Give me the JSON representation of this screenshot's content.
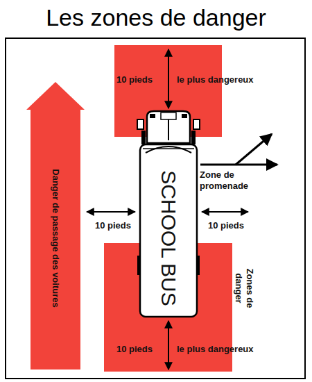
{
  "diagram": {
    "title": "Les zones de danger",
    "nodes": [
      {
        "text": [
          "10 pieds",
          "le plus dangereux"
        ]
      },
      {
        "text": [
          "Danger de passage des voitures"
        ]
      },
      {
        "text": [
          "SCHOOL BUS"
        ]
      },
      {
        "text": [
          "10 pieds",
          "le plus dangereux"
        ]
      }
    ],
    "labels": [
      "10 pieds",
      "10 pieds",
      "Zone de promenade",
      "Zones de danger"
    ]
  }
}
